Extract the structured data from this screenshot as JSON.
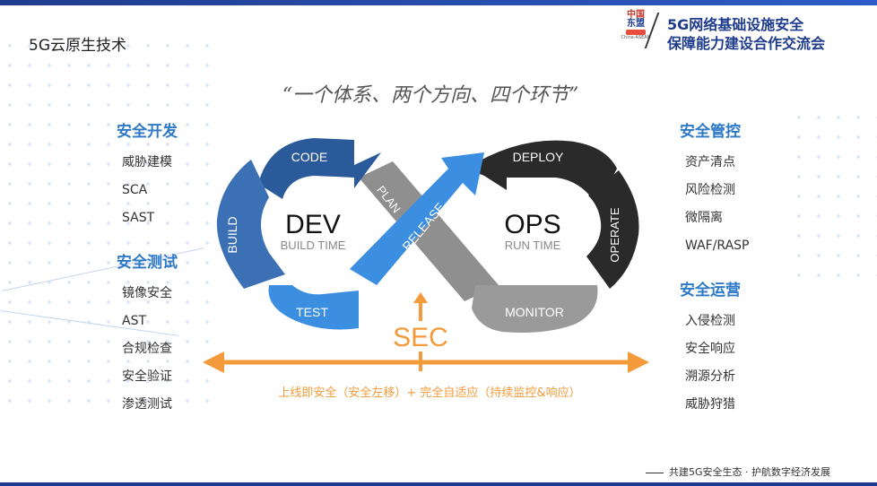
{
  "slide_title": "5G云原生技术",
  "logo": {
    "line1": "中国",
    "line2": "东盟",
    "line3": "China-ASEAN"
  },
  "event_title": {
    "line1": "5G网络基础设施安全",
    "line2": "保障能力建设合作交流会"
  },
  "quote": "“一个体系、两个方向、四个环节”",
  "left": {
    "sections": [
      {
        "title": "安全开发",
        "items": [
          "威胁建模",
          "SCA",
          "SAST"
        ]
      },
      {
        "title": "安全测试",
        "items": [
          "镜像安全",
          "AST",
          "合规检查",
          "安全验证",
          "渗透测试"
        ]
      }
    ]
  },
  "right": {
    "sections": [
      {
        "title": "安全管控",
        "items": [
          "资产清点",
          "风险检测",
          "微隔离",
          "WAF/RASP"
        ]
      },
      {
        "title": "安全运营",
        "items": [
          "入侵检测",
          "安全响应",
          "溯源分析",
          "威胁狩猎"
        ]
      }
    ]
  },
  "diagram": {
    "dev_title": "DEV",
    "dev_sub": "BUILD TIME",
    "ops_title": "OPS",
    "ops_sub": "RUN TIME",
    "code": "CODE",
    "build": "BUILD",
    "test": "TEST",
    "plan": "PLAN",
    "release": "RELEASE",
    "deploy": "DEPLOY",
    "operate": "OPERATE",
    "monitor": "MONITOR",
    "sec": "SEC",
    "arrow_text": "上线即安全（安全左移）+  完全自适应（持续监控&响应）"
  },
  "footer": "共建5G安全生态 · 护航数字经济发展",
  "colors": {
    "dark_blue": "#2b5a9b",
    "mid_blue": "#3b78c4",
    "light_blue": "#3c8fe0",
    "black": "#2a2a2a",
    "gray": "#8f8f8f",
    "orange": "#f39a3a",
    "heading_blue": "#2e79c6"
  }
}
